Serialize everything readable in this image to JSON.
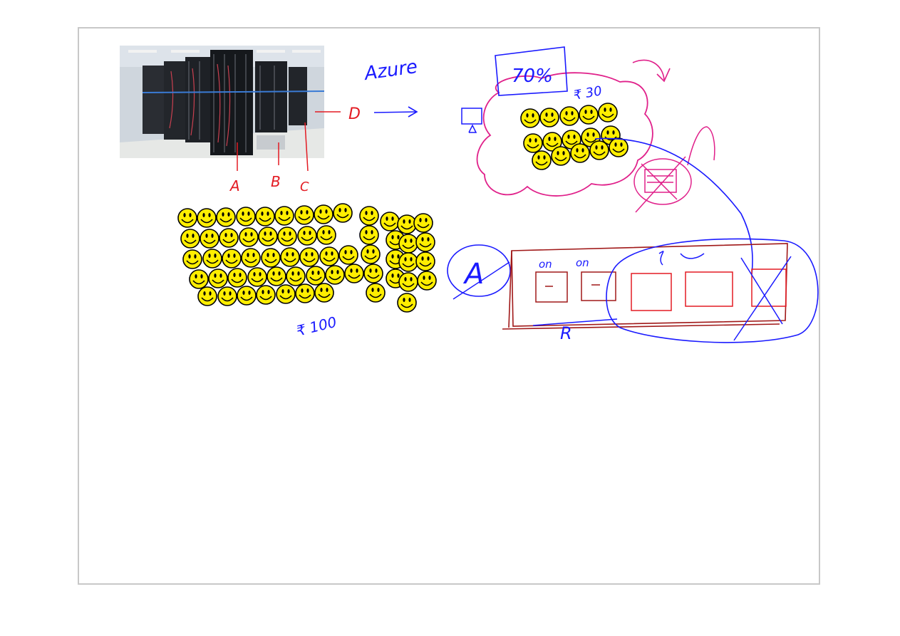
{
  "colors": {
    "red_ink": "#e31b23",
    "blue_ink": "#1a1aff",
    "pink_ink": "#e0208a",
    "darkred_ink": "#a01818",
    "smiley_fill": "#ffee00",
    "border": "#c8c8c8"
  },
  "photo": {
    "description_icon": "server-racks-photo",
    "labels": {
      "a": "A",
      "b": "B",
      "c": "C",
      "d": "D"
    }
  },
  "annotations": {
    "azure": "Azure",
    "percent": "70%",
    "price_30": "₹ 30",
    "price_100": "₹ 100",
    "circled_a": "A",
    "on_1": "on",
    "on_2": "on",
    "r_label": "R"
  },
  "crowd_big": {
    "count": 64
  },
  "crowd_cloud": {
    "count": 15
  }
}
